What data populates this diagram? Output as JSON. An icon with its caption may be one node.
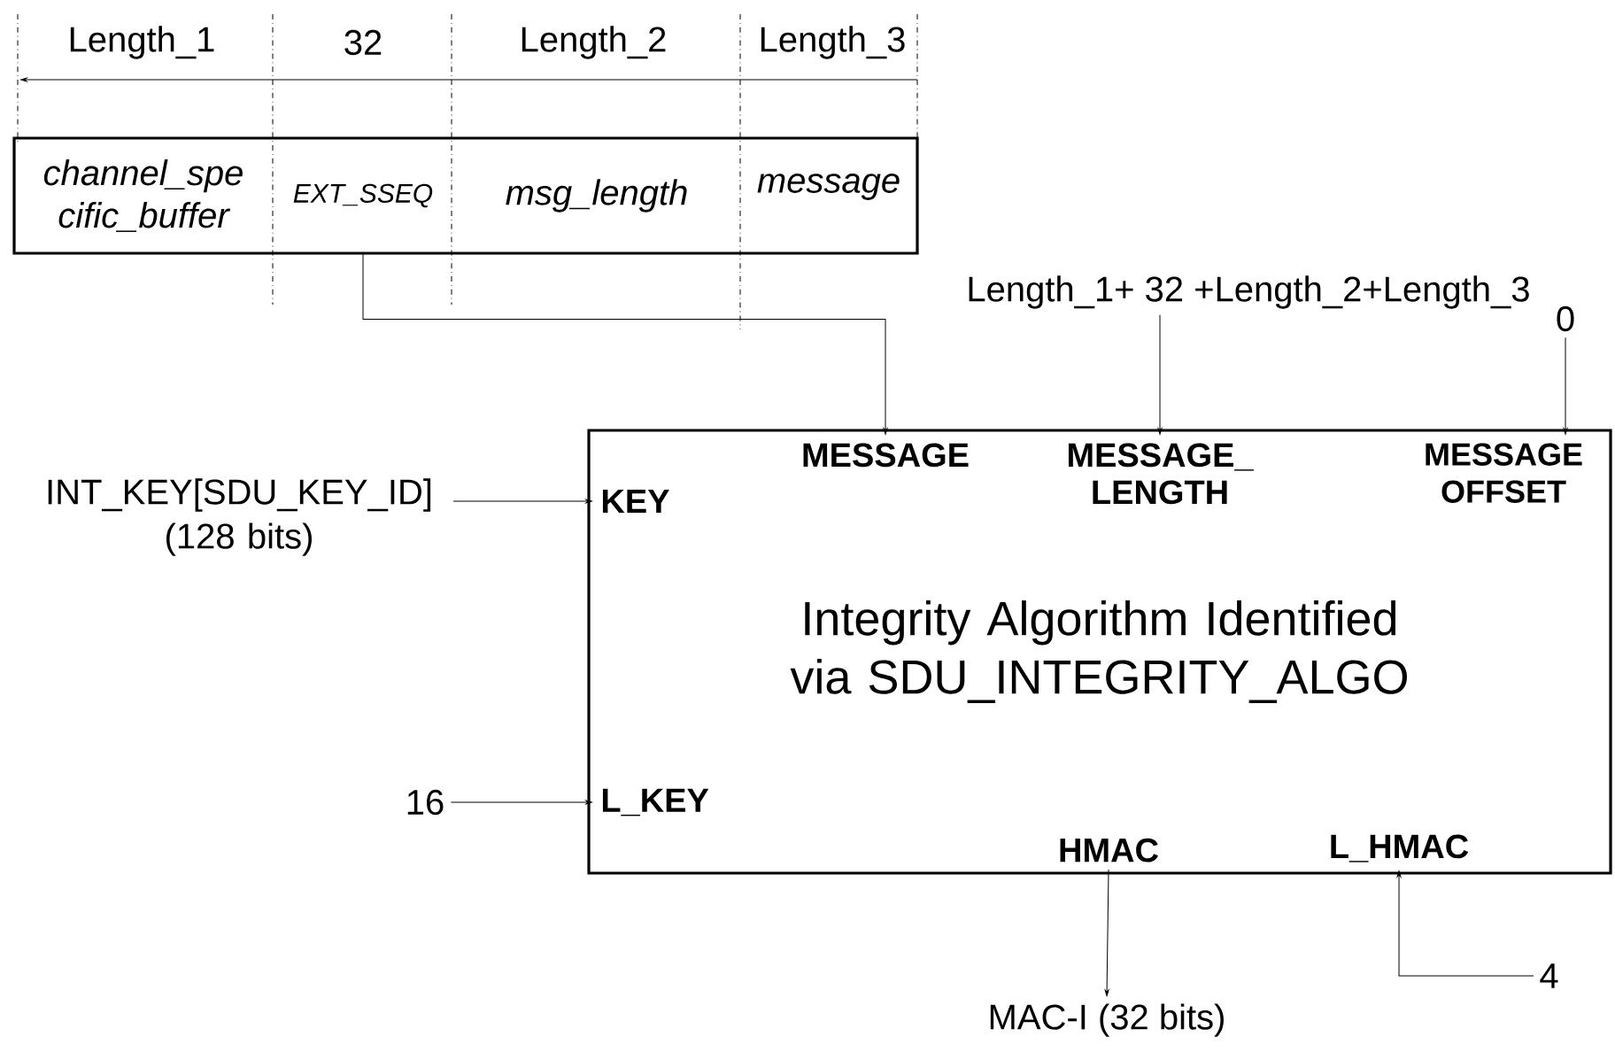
{
  "diagram": {
    "nodes": [
      {
        "text": [],
        "shape": "box"
      },
      {
        "text": [
          "channel_spe cific_buffer"
        ],
        "in": 0
      },
      {
        "text": [
          "EXT_SSEQ"
        ],
        "in": 0
      },
      {
        "text": [
          "msg_length"
        ],
        "in": 0
      },
      {
        "text": [
          "message"
        ],
        "in": 0
      },
      {
        "text": [
          "Integrity Algorithm Identified via SDU_INTEGRITY_ALGO"
        ]
      },
      {
        "text": [
          "KEY"
        ],
        "in": 5
      },
      {
        "text": [
          "L_KEY"
        ],
        "in": 5
      },
      {
        "text": [
          "MESSAGE"
        ],
        "in": 5
      },
      {
        "text": [
          "MESSAGE_ LENGTH"
        ],
        "in": 5
      },
      {
        "text": [
          "MESSAGE OFFSET"
        ],
        "in": 5
      },
      {
        "text": [
          "HMAC"
        ],
        "in": 5
      },
      {
        "text": [
          "L_HMAC"
        ],
        "in": 5
      },
      {
        "text": [
          "INT_KEY[SDU_KEY_ID] (128 bits)"
        ]
      },
      {
        "text": [
          "16"
        ]
      },
      {
        "text": [
          "Length_1+ 32 +Length_2+Length_3"
        ]
      },
      {
        "text": [
          "0"
        ]
      },
      {
        "text": [
          "MAC-I (32 bits)"
        ]
      },
      {
        "text": [
          "4"
        ]
      }
    ],
    "edges": [
      {
        "from": 2,
        "to": 8,
        "arrow": "to"
      },
      {
        "from": 13,
        "to": 6,
        "arrow": "to"
      },
      {
        "from": 14,
        "to": 7,
        "arrow": "to"
      },
      {
        "from": 15,
        "to": 9,
        "arrow": "to"
      },
      {
        "from": 16,
        "to": 10,
        "arrow": "to"
      },
      {
        "from": 11,
        "to": 17,
        "arrow": "to"
      },
      {
        "from": 18,
        "to": 12,
        "arrow": "to"
      }
    ],
    "labels": [
      "Length_1",
      "32",
      "Length_2",
      "Length_3"
    ]
  }
}
